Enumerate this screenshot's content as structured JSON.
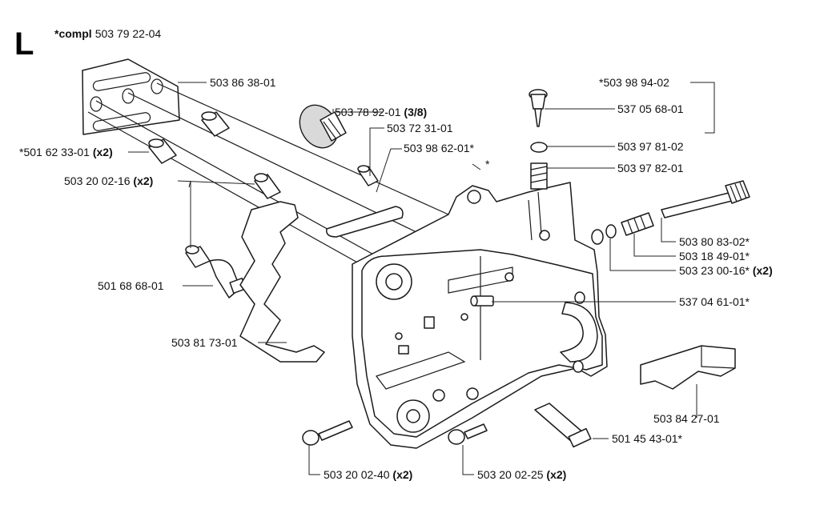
{
  "section_letter": "L",
  "assembly": {
    "prefix": "*compl",
    "number": "503 79 22-04"
  },
  "parts": [
    {
      "id": "p1",
      "number": "503 86 38-01",
      "qty": ""
    },
    {
      "id": "p2",
      "number": "503 78 92-01",
      "qty": "(3/8)"
    },
    {
      "id": "p3",
      "number": "503 72 31-01",
      "qty": ""
    },
    {
      "id": "p4",
      "number": "503 98 62-01*",
      "qty": ""
    },
    {
      "id": "p5",
      "number": "*501 62 33-01",
      "qty": "(x2)"
    },
    {
      "id": "p6",
      "number": "503 20 02-16",
      "qty": "(x2)"
    },
    {
      "id": "p7",
      "number": "501 68 68-01",
      "qty": ""
    },
    {
      "id": "p8",
      "number": "503 81 73-01",
      "qty": ""
    },
    {
      "id": "p9",
      "number": "*503 98 94-02",
      "qty": ""
    },
    {
      "id": "p10",
      "number": "537 05 68-01",
      "qty": ""
    },
    {
      "id": "p11",
      "number": "503 97 81-02",
      "qty": ""
    },
    {
      "id": "p12",
      "number": "503 97 82-01",
      "qty": ""
    },
    {
      "id": "p13",
      "number": "503 80 83-02*",
      "qty": ""
    },
    {
      "id": "p14",
      "number": "503 18 49-01*",
      "qty": ""
    },
    {
      "id": "p15",
      "number": "503 23 00-16*",
      "qty": "(x2)"
    },
    {
      "id": "p16",
      "number": "537 04 61-01*",
      "qty": ""
    },
    {
      "id": "p17",
      "number": "503 84 27-01",
      "qty": ""
    },
    {
      "id": "p18",
      "number": "501 45 43-01*",
      "qty": ""
    },
    {
      "id": "p19",
      "number": "503 20 02-40",
      "qty": "(x2)"
    },
    {
      "id": "p20",
      "number": "503 20 02-25",
      "qty": "(x2)"
    }
  ],
  "asterisk_marker": "*"
}
